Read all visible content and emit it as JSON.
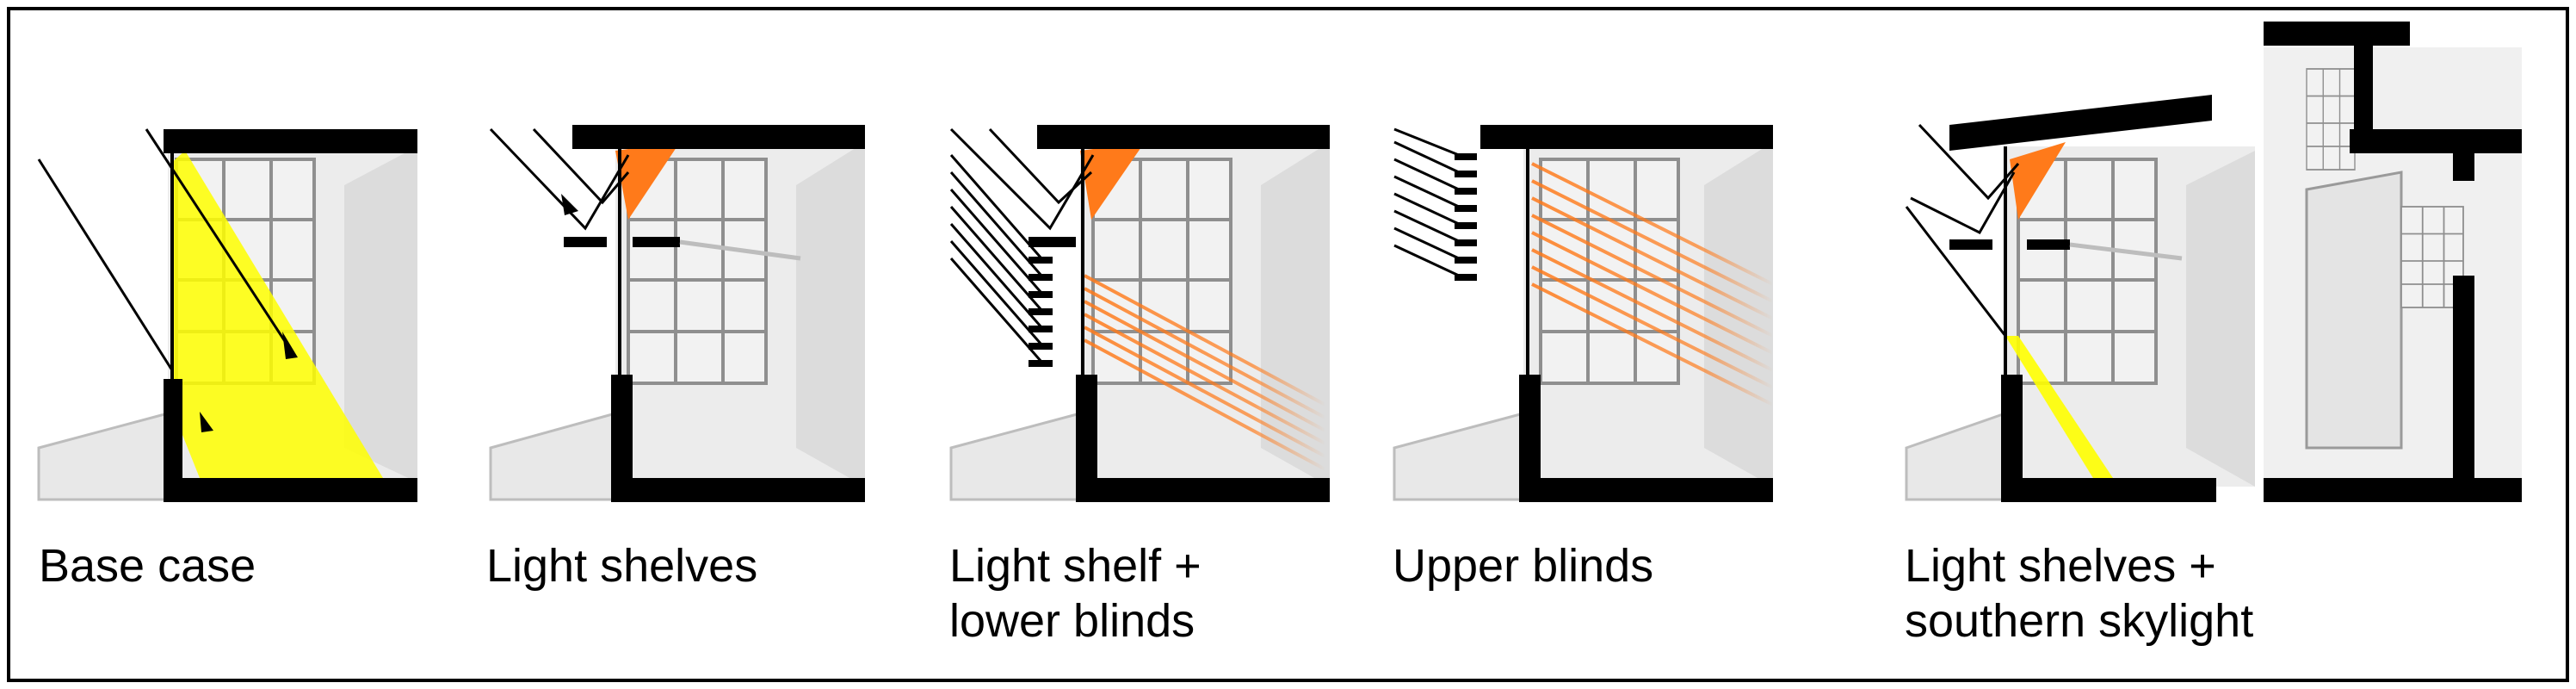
{
  "panels": [
    {
      "id": "base-case",
      "caption": [
        "Base case"
      ]
    },
    {
      "id": "light-shelves",
      "caption": [
        "Light shelves"
      ]
    },
    {
      "id": "light-shelf-lower-blinds",
      "caption": [
        "Light shelf +",
        "lower blinds"
      ]
    },
    {
      "id": "upper-blinds",
      "caption": [
        "Upper blinds"
      ]
    },
    {
      "id": "light-shelves-skylight",
      "caption": [
        "Light shelves +",
        "southern skylight"
      ]
    }
  ],
  "colors": {
    "wall": "#000000",
    "direct_sun": "#ffff00",
    "reflected_light": "#ff7a1a",
    "room_interior": "#e6e6e6",
    "window_frame": "#9a9a9a"
  }
}
